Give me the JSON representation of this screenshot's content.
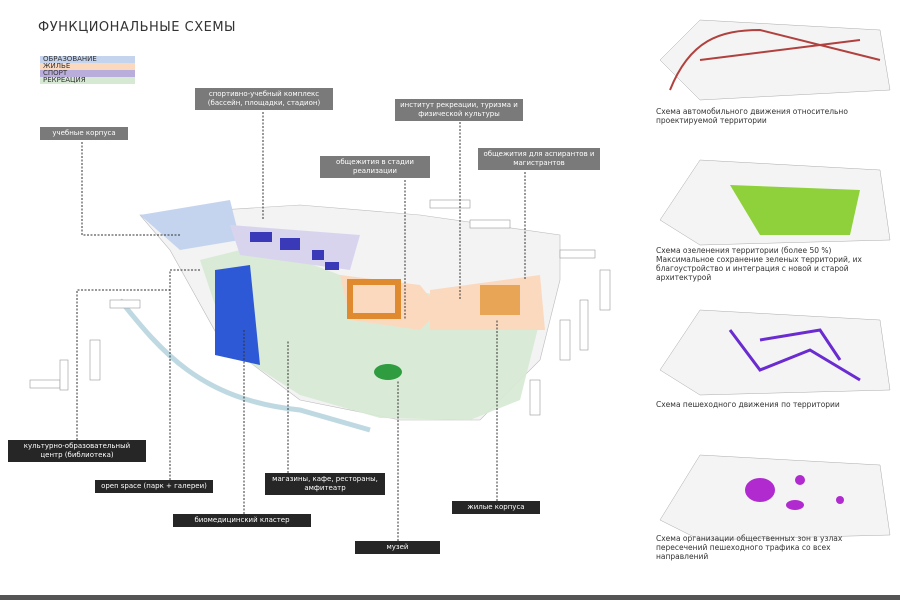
{
  "title": "ФУНКЦИОНАЛЬНЫЕ СХЕМЫ",
  "legend": [
    {
      "label": "ОБРАЗОВАНИЕ",
      "color": "#c5d4ee"
    },
    {
      "label": "ЖИЛЬЕ",
      "color": "#fbd9bf"
    },
    {
      "label": "СПОРТ",
      "color": "#b9addb"
    },
    {
      "label": "РЕКРЕАЦИЯ",
      "color": "#d6ead3"
    }
  ],
  "labels": {
    "sport": "спортивно-учебный комплекс (бассейн, площадки, стадион)",
    "study": "учебные корпуса",
    "institute": "институт рекреации, туризма и физической культуры",
    "dorm_stage": "общежития в стадии реализации",
    "dorm_grad": "общежития для аспирантов и магистрантов",
    "culture": "культурно-образовательный центр (библиотека)",
    "open_space": "open space (парк + галереи)",
    "biomed": "биомедицинский кластер",
    "shops": "магазины, кафе, рестораны, амфитеатр",
    "museum": "музей",
    "residential": "жилые корпуса"
  },
  "schemes": [
    {
      "caption": "Схема автомобильного движения относительно проектируемой территории",
      "color": "#b0413e"
    },
    {
      "caption": "Схема озеленения территории (более 50 %) Максимальное сохранение зеленых территорий, их благоустройство и интеграция с новой и старой архитектурой",
      "color": "#8fd13a"
    },
    {
      "caption": "Схема пешеходного движения по территории",
      "color": "#6a2bd0"
    },
    {
      "caption": "Схема организации общественных зон в узлах пересечений пешеходного трафика со всех направлений",
      "color": "#b02ad0"
    }
  ]
}
